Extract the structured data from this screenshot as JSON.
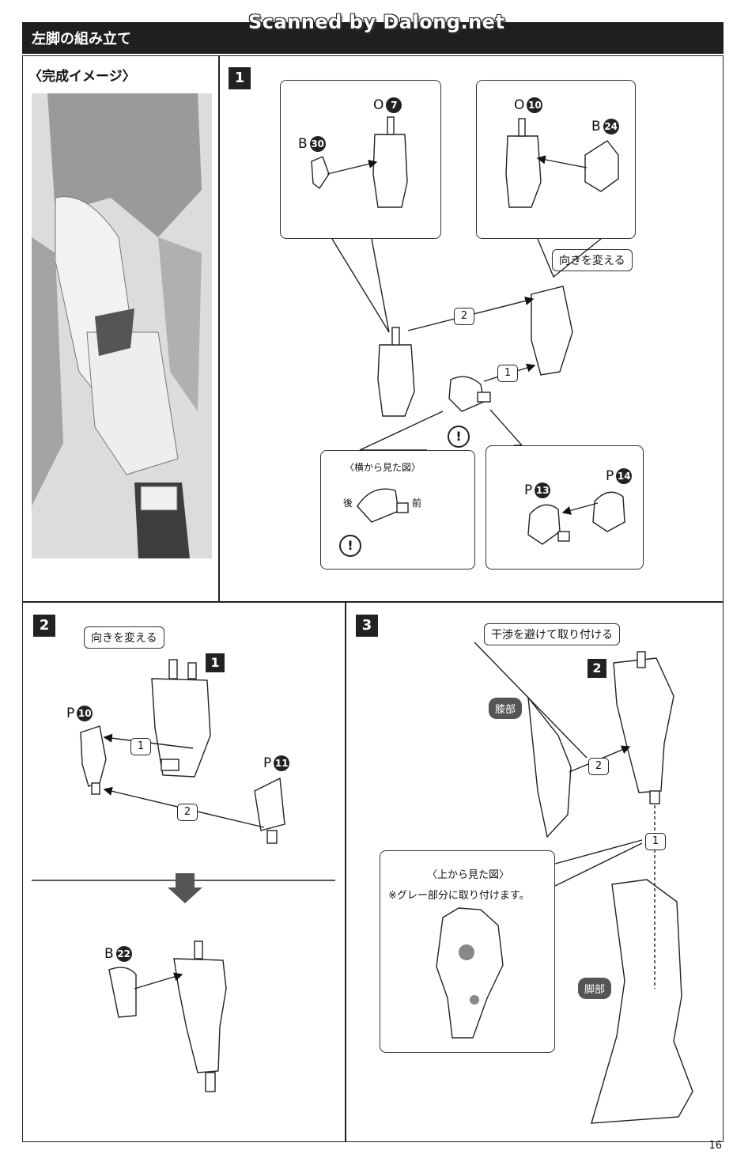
{
  "header": {
    "title": "左脚の組み立て"
  },
  "watermark": "Scanned by Dalong.net",
  "image_panel": {
    "title": "〈完成イメージ〉"
  },
  "step1": {
    "badge": "1",
    "box_a": {
      "part_o": "O",
      "part_o_num": "7",
      "part_b": "B",
      "part_b_num": "30"
    },
    "box_b": {
      "part_o": "O",
      "part_o_num": "10",
      "part_b": "B",
      "part_b_num": "24"
    },
    "change_direction": "向きを変える",
    "order_2": "2",
    "order_1": "1",
    "warn": "!",
    "side_view": {
      "title": "〈横から見た図〉",
      "back": "後",
      "front": "前",
      "warn": "!"
    },
    "box_c": {
      "part_p1": "P",
      "part_p1_num": "13",
      "part_p2": "P",
      "part_p2_num": "14"
    }
  },
  "step2": {
    "badge": "2",
    "change_direction": "向きを変える",
    "sub_badge": "1",
    "part_p10": "P",
    "part_p10_num": "10",
    "part_p11": "P",
    "part_p11_num": "11",
    "order_1": "1",
    "order_2": "2",
    "part_b22": "B",
    "part_b22_num": "22"
  },
  "step3": {
    "badge": "3",
    "avoid_note": "干渉を避けて取り付ける",
    "sub_badge": "2",
    "knee": "膝部",
    "order_2": "2",
    "order_1": "1",
    "top_view": {
      "title": "〈上から見た図〉",
      "note": "※グレー部分に取り付けます。"
    },
    "leg": "脚部"
  },
  "page_number": "16",
  "colors": {
    "header_bg": "#1f1f1f",
    "frame": "#222222",
    "render_gray": "#8c8c8c",
    "badge_gray": "#555555"
  }
}
